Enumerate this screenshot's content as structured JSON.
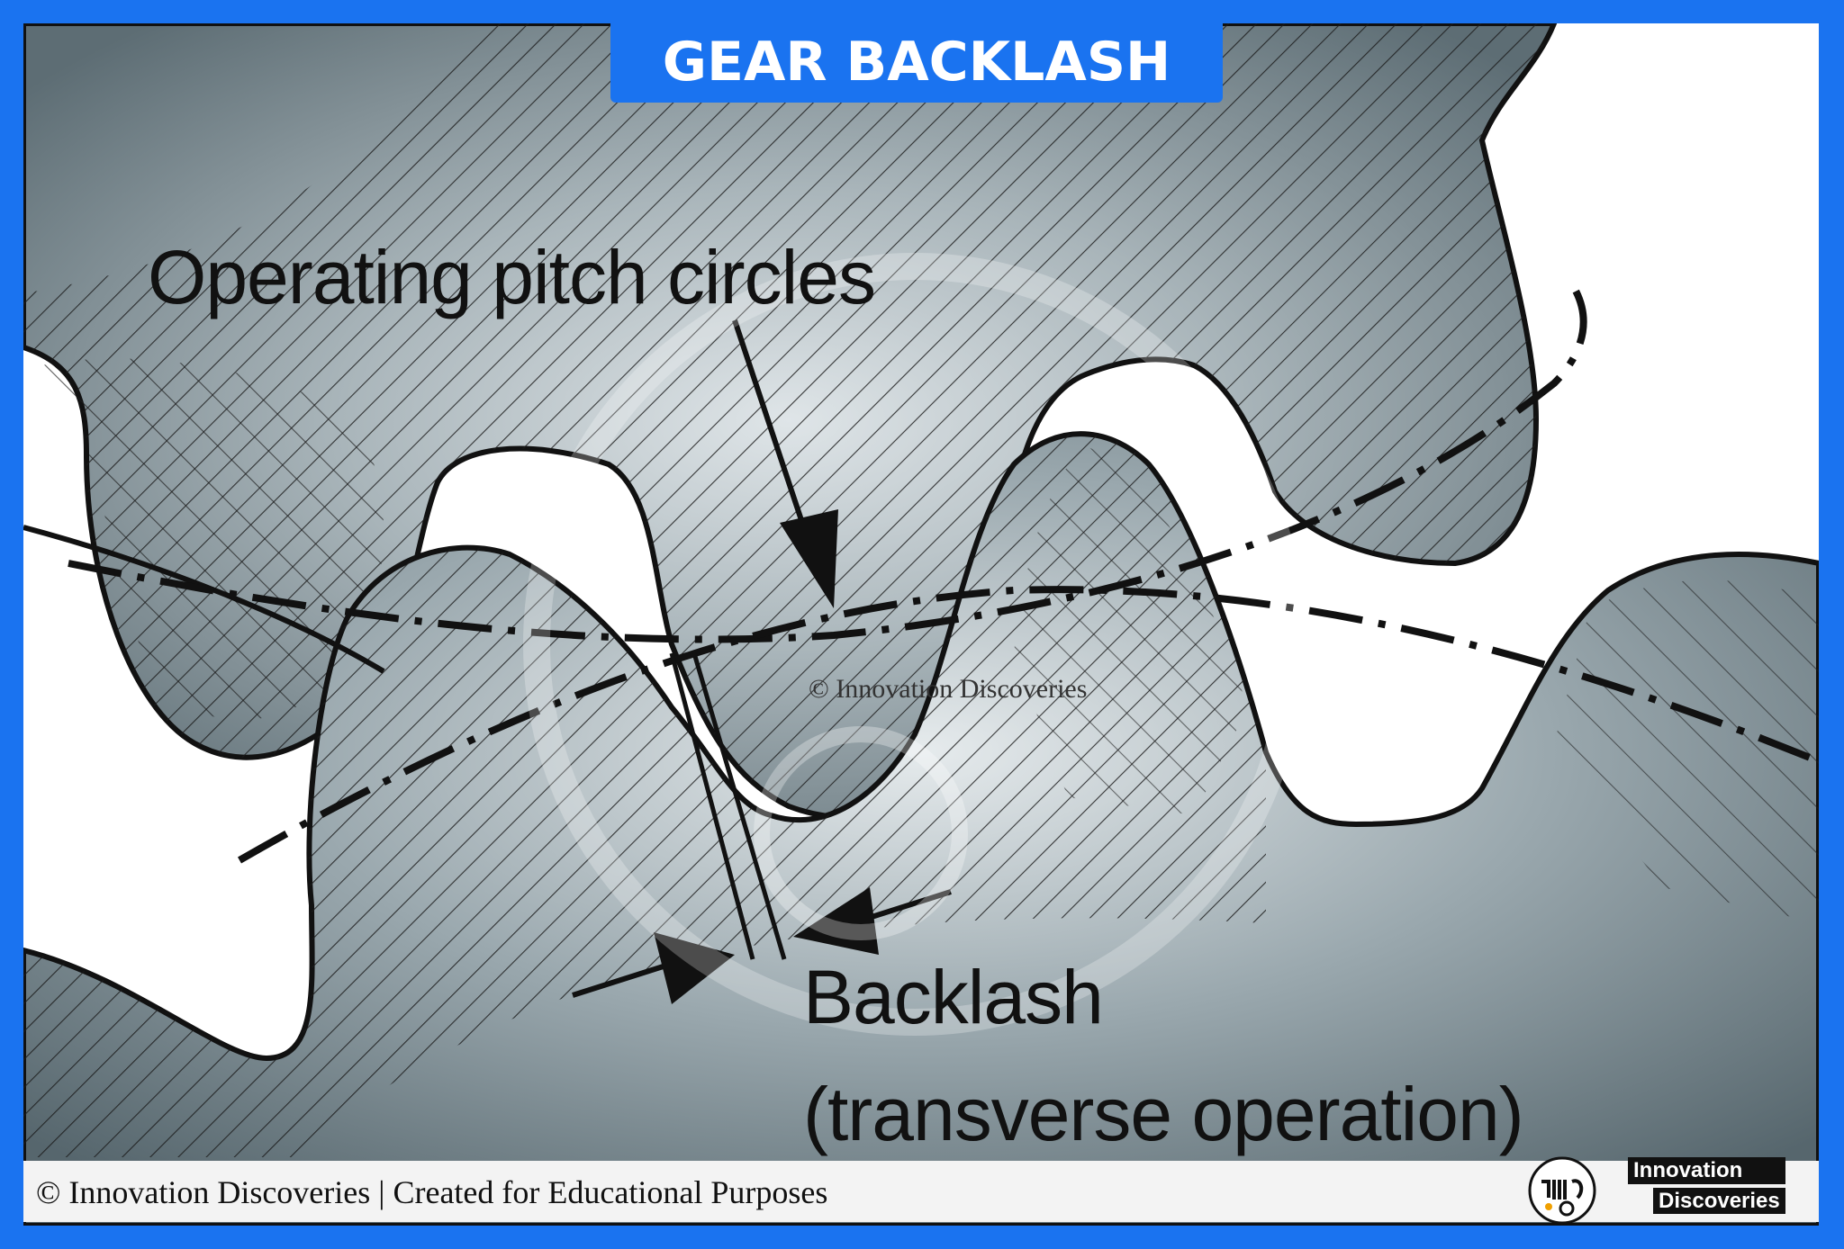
{
  "title": "GEAR BACKLASH",
  "labels": {
    "operating_pitch_circles": "Operating pitch circles",
    "backlash": "Backlash",
    "transverse_operation": "(transverse operation)"
  },
  "watermark": {
    "center_text": "© Innovation Discoveries"
  },
  "footer": {
    "text": "© Innovation Discoveries | Created for Educational Purposes",
    "brand_line_1": "Innovation",
    "brand_line_2": "Discoveries"
  },
  "colors": {
    "frame_blue": "#1a73f0",
    "gear_gray": "#6f7f86",
    "gear_light": "#c8d0d4",
    "outline": "#111111",
    "background": "#ffffff"
  }
}
